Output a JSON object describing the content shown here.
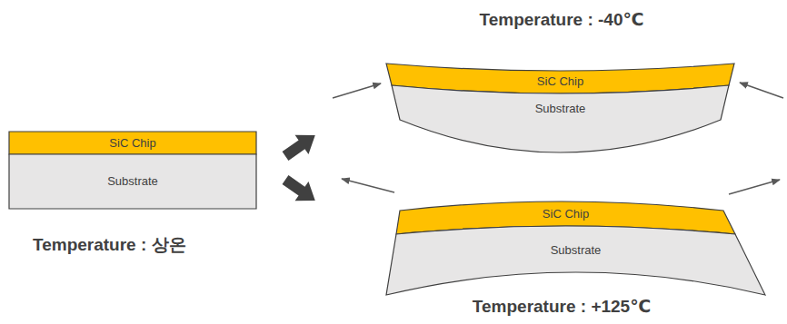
{
  "diagram": {
    "nodes": [
      {
        "text": [
          "SiC Chip"
        ]
      },
      {
        "text": [
          "Substrate"
        ]
      },
      {
        "text": [
          "SiC Chip"
        ]
      },
      {
        "text": [
          "Substrate"
        ]
      },
      {
        "text": [
          "SiC Chip"
        ]
      },
      {
        "text": [
          "Substrate"
        ]
      }
    ],
    "labels": [
      "Temperature : -40℃",
      "Temperature : 상온",
      "Temperature : +125℃"
    ]
  }
}
